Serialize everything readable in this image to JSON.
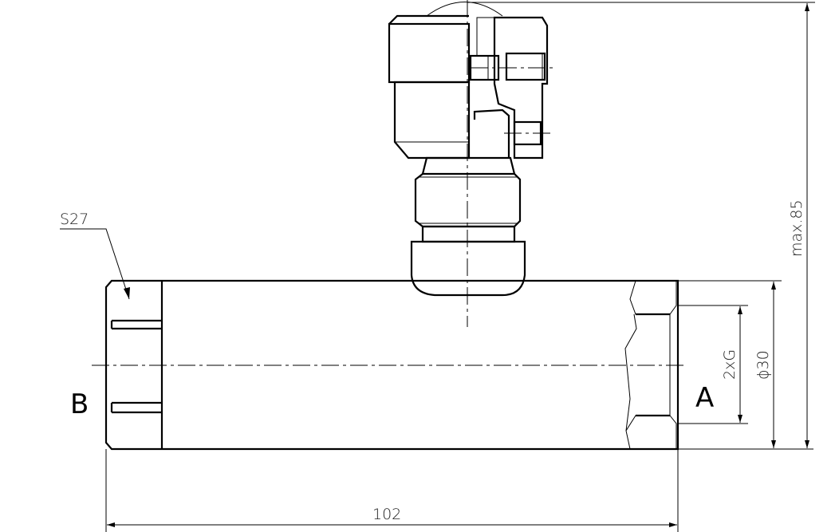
{
  "drawing": {
    "labels": {
      "hex_size": "S27",
      "port_b": "B",
      "port_a": "A",
      "thread": "2xG",
      "diameter": "ϕ30",
      "max_height": "max.85",
      "length": "102"
    },
    "line_color": "#000000",
    "background": "#ffffff"
  }
}
